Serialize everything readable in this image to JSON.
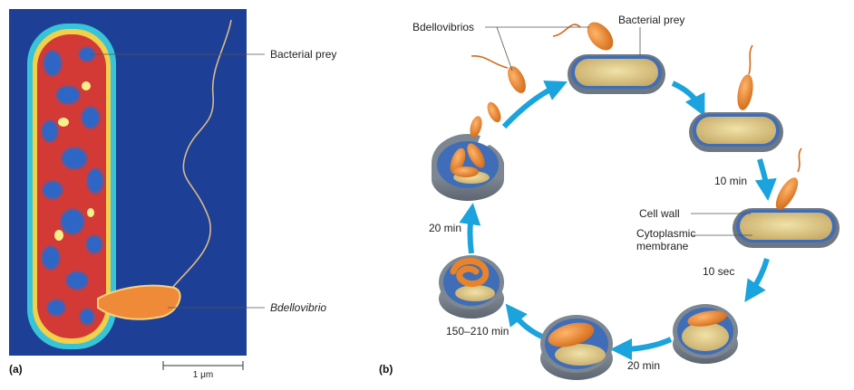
{
  "panel_a": {
    "letter": "(a)",
    "labels": {
      "bacterial_prey": "Bacterial prey",
      "bdellovibrio": "Bdellovibrio"
    },
    "scale_bar": "1 μm"
  },
  "panel_b": {
    "letter": "(b)",
    "labels": {
      "bdellovibrios": "Bdellovibrios",
      "bacterial_prey": "Bacterial prey",
      "cell_wall": "Cell wall",
      "cytoplasmic_1": "Cytoplasmic",
      "cytoplasmic_2": "membrane"
    },
    "times": {
      "t1": "10 min",
      "t2": "10 sec",
      "t3": "20 min",
      "t4": "150–210 min",
      "t5": "20 min"
    }
  },
  "colors": {
    "micrograph_bg": "#1d3f95",
    "arrow": "#1aa3dc",
    "bdellovibrio_orange": "#e8832a",
    "prey_fill": "#e2cf8f"
  }
}
